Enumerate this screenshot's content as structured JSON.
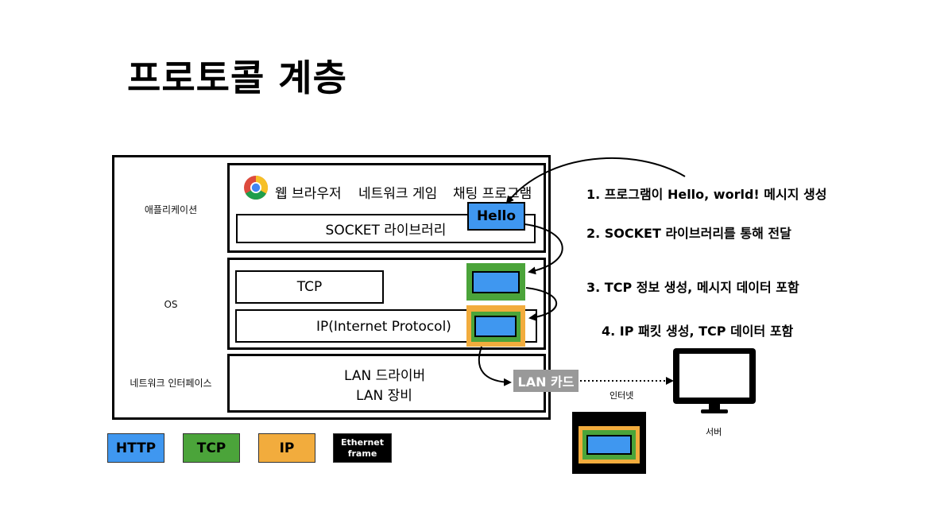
{
  "title": "프로토콜 계층",
  "layers": {
    "application": "애플리케이션",
    "os": "OS",
    "network_interface": "네트워크 인터페이스"
  },
  "apps": {
    "web_browser": "웹 브라우저",
    "network_game": "네트워크 게임",
    "chat_program": "채팅 프로그램"
  },
  "socket_library": "SOCKET 라이브러리",
  "hello": "Hello",
  "tcp": "TCP",
  "ip_protocol": "IP(Internet Protocol)",
  "lan_driver": "LAN 드라이버",
  "lan_device": "LAN 장비",
  "lan_card": "LAN 카드",
  "internet": "인터넷",
  "server": "서버",
  "steps": [
    "1. 프로그램이 Hello, world! 메시지 생성",
    "2. SOCKET 라이브러리를 통해 전달",
    "3. TCP 정보 생성, 메시지 데이터 포함",
    "4. IP 패킷 생성, TCP 데이터 포함"
  ],
  "legend": {
    "http": "HTTP",
    "tcp": "TCP",
    "ip": "IP",
    "ethernet_line1": "Ethernet",
    "ethernet_line2": "frame"
  },
  "colors": {
    "http": "#3f97f0",
    "tcp": "#4ba43a",
    "ip": "#f2ac3d",
    "ethernet": "#000000",
    "lan_card": "#999999"
  }
}
